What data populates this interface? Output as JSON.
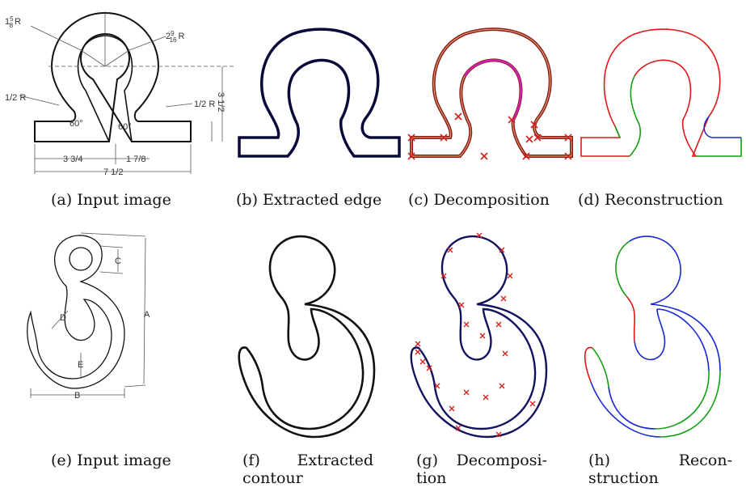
{
  "figure": {
    "row1": {
      "captions": [
        {
          "id": "a",
          "text": "(a) Input image"
        },
        {
          "id": "b",
          "text": "(b) Extracted edge"
        },
        {
          "id": "c",
          "text": "(c) Decomposition"
        },
        {
          "id": "d",
          "text": "(d) Reconstruction"
        }
      ],
      "drawing_labels": {
        "r_top_left_whole": "1",
        "r_top_left_frac_num": "5",
        "r_top_left_frac_den": "8",
        "r_top_left_unit": "R",
        "r_top_right_whole": "2",
        "r_top_right_frac_num": "9",
        "r_top_right_frac_den": "16",
        "r_top_right_unit": "R",
        "r_left_small": "1/2 R",
        "r_right_small": "1/2 R",
        "angle_left": "60°",
        "angle_right": "60°",
        "height_label": "3 1/2",
        "w_left": "3 3/4",
        "w_mid": "1 7/8",
        "w_total": "7 1/2"
      }
    },
    "row2": {
      "captions": [
        {
          "id": "e",
          "line1": "(e) Input image",
          "line2": ""
        },
        {
          "id": "f",
          "line1a": "(f)",
          "line1b": "Extracted",
          "line2": "contour"
        },
        {
          "id": "g",
          "line1a": "(g)",
          "line1b": "Decomposi-",
          "line2": "tion"
        },
        {
          "id": "h",
          "line1a": "(h)",
          "line1b": "Recon-",
          "line2": "struction"
        }
      ],
      "drawing_labels": {
        "c": "C",
        "d": "D",
        "e": "E",
        "a": "A",
        "b": "B"
      }
    },
    "colors": {
      "edge": "#0a0a3a",
      "decomp_dark": "#8b1a1a",
      "decomp_magenta": "#cc22aa",
      "marker": "#d42020",
      "recon_red": "#e01818",
      "recon_green": "#10a010",
      "recon_blue": "#1a28d0",
      "hook_decomp": "#121260"
    }
  }
}
